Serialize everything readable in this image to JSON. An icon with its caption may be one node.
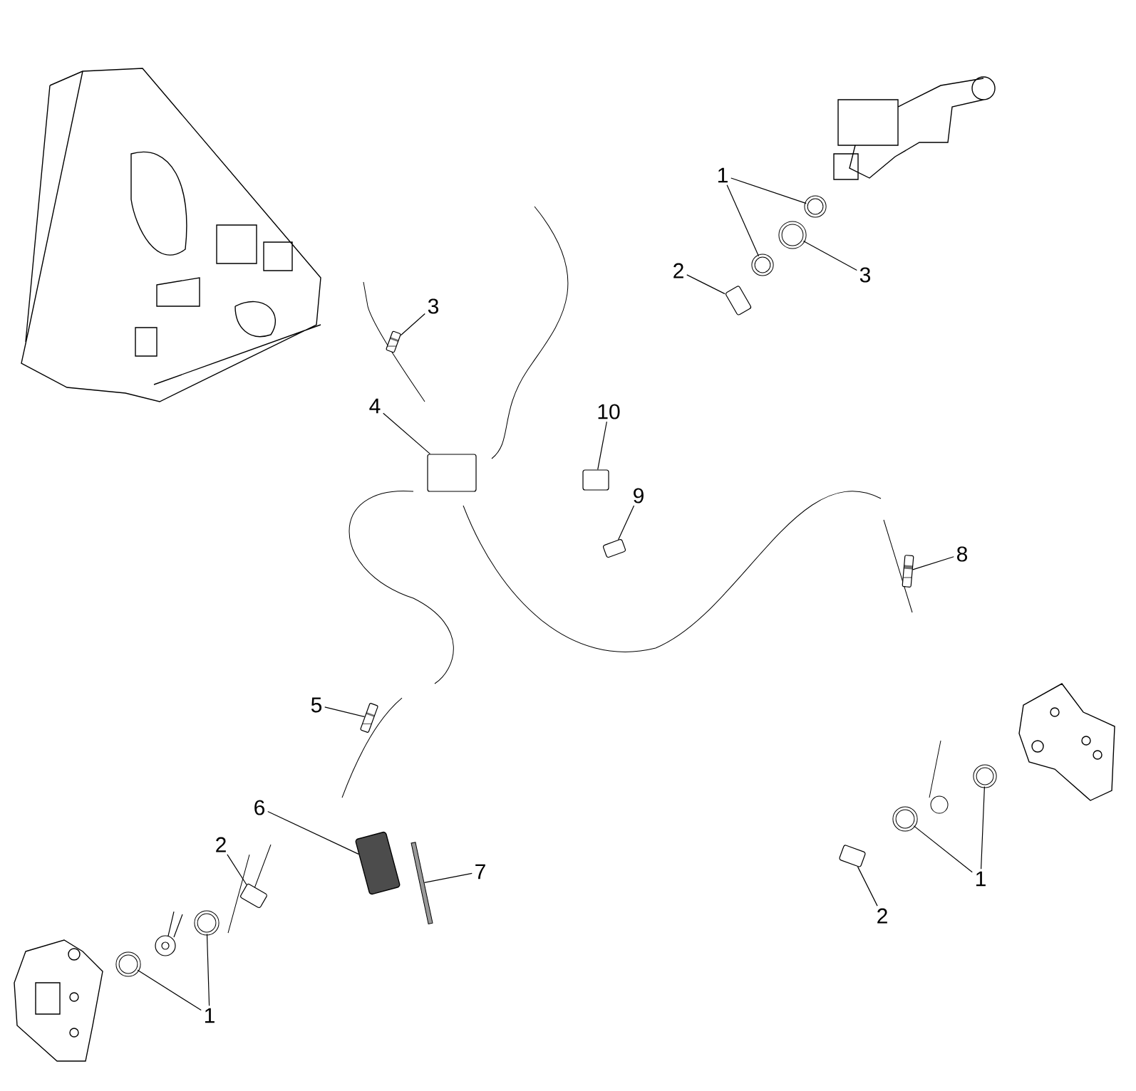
{
  "diagram": {
    "nodes": [
      {
        "text": [
          "1"
        ]
      },
      {
        "text": [],
        "shape": "circle"
      },
      {
        "text": [],
        "shape": "circle"
      },
      {
        "text": [
          "2"
        ]
      },
      {
        "text": [],
        "shape": "box"
      },
      {
        "text": [
          "3"
        ]
      },
      {
        "text": [],
        "shape": "circle"
      },
      {
        "text": [
          "3"
        ]
      },
      {
        "text": [],
        "shape": "picture"
      },
      {
        "text": [
          "4"
        ]
      },
      {
        "text": [],
        "shape": "box"
      },
      {
        "text": [
          "10"
        ]
      },
      {
        "text": [],
        "shape": "box"
      },
      {
        "text": [
          "9"
        ]
      },
      {
        "text": [],
        "shape": "box"
      },
      {
        "text": [
          "8"
        ]
      },
      {
        "text": [],
        "shape": "picture"
      },
      {
        "text": [
          "5"
        ]
      },
      {
        "text": [],
        "shape": "picture"
      },
      {
        "text": [
          "6"
        ]
      },
      {
        "text": [],
        "shape": "cylinder"
      },
      {
        "text": [
          "7"
        ]
      },
      {
        "text": [],
        "shape": "bar"
      },
      {
        "text": [
          "2"
        ]
      },
      {
        "text": [],
        "shape": "box"
      },
      {
        "text": [
          "1"
        ]
      },
      {
        "text": [],
        "shape": "circle"
      },
      {
        "text": [],
        "shape": "circle"
      },
      {
        "text": [
          "1"
        ]
      },
      {
        "text": [],
        "shape": "circle"
      },
      {
        "text": [],
        "shape": "circle"
      },
      {
        "text": [
          "2"
        ]
      },
      {
        "text": [],
        "shape": "box"
      }
    ],
    "edges": [
      {
        "from": 0,
        "to": 1,
        "arrow": "none"
      },
      {
        "from": 0,
        "to": 2,
        "arrow": "none"
      },
      {
        "from": 3,
        "to": 4,
        "arrow": "none"
      },
      {
        "from": 5,
        "to": 6,
        "arrow": "none"
      },
      {
        "from": 7,
        "to": 8,
        "arrow": "none"
      },
      {
        "from": 9,
        "to": 10,
        "arrow": "none"
      },
      {
        "from": 11,
        "to": 12,
        "arrow": "none"
      },
      {
        "from": 13,
        "to": 14,
        "arrow": "none"
      },
      {
        "from": 15,
        "to": 16,
        "arrow": "none"
      },
      {
        "from": 17,
        "to": 18,
        "arrow": "none"
      },
      {
        "from": 19,
        "to": 20,
        "arrow": "none"
      },
      {
        "from": 21,
        "to": 22,
        "arrow": "none"
      },
      {
        "from": 23,
        "to": 24,
        "arrow": "none"
      },
      {
        "from": 25,
        "to": 26,
        "arrow": "none"
      },
      {
        "from": 25,
        "to": 27,
        "arrow": "none"
      },
      {
        "from": 28,
        "to": 29,
        "arrow": "none"
      },
      {
        "from": 28,
        "to": 30,
        "arrow": "none"
      },
      {
        "from": 31,
        "to": 32,
        "arrow": "none"
      }
    ]
  }
}
